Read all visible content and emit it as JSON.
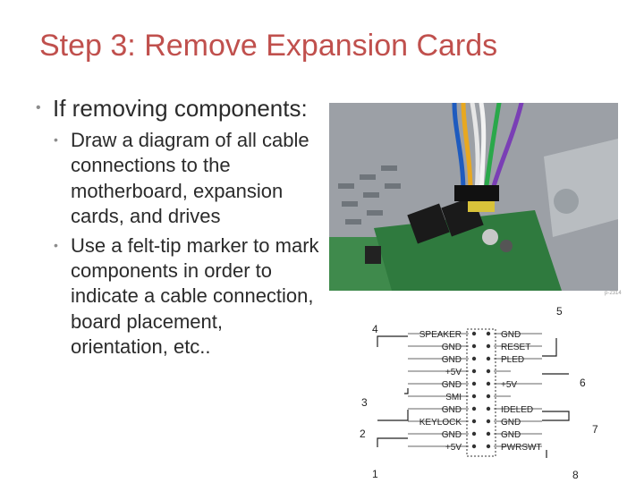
{
  "slide": {
    "title": "Step 3: Remove Expansion Cards",
    "bullets": {
      "main": "If removing components:",
      "sub": [
        "Draw a diagram of all cable connections to the motherboard, expansion cards, and drives",
        "Use a felt-tip marker to mark components in order to indicate a cable connection, board placement, orientation, etc.."
      ]
    },
    "photo_credit": "p-2314"
  },
  "diagram": {
    "left_pins": [
      "SPEAKER",
      "GND",
      "GND",
      "+5V",
      "GND",
      "SMI",
      "GND",
      "KEYLOCK",
      "GND",
      "+5V"
    ],
    "right_pins": [
      "GND",
      "RESET",
      "PLED",
      "",
      "+5V",
      "",
      "IDELED",
      "GND",
      "GND",
      "PWRSWT"
    ],
    "callouts": [
      "1",
      "2",
      "3",
      "4",
      "5",
      "6",
      "7",
      "8"
    ]
  },
  "colors": {
    "title": "#c0504d",
    "text": "#2b2b2b",
    "bullet": "#8c8c8c"
  }
}
